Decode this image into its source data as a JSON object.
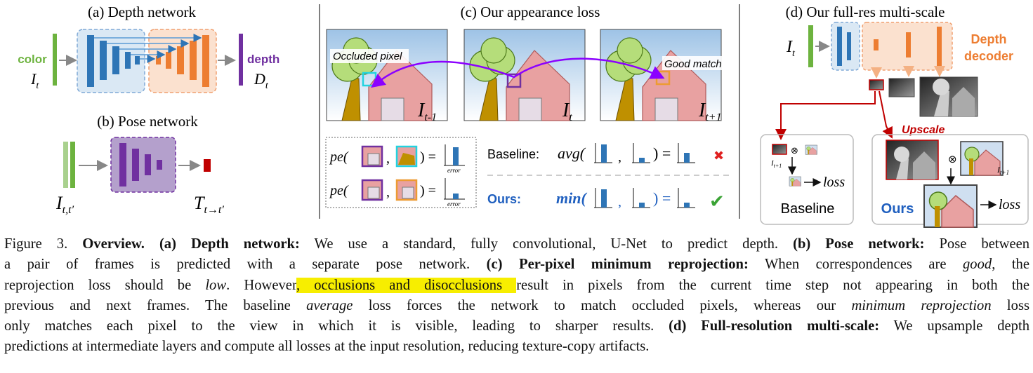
{
  "panels": {
    "a": {
      "title": "(a) Depth network",
      "input_label": "color",
      "input_var": "I",
      "input_sub": "t",
      "output_label": "depth",
      "output_var": "D",
      "output_sub": "t"
    },
    "b": {
      "title": "(b) Pose network",
      "input_var": "I",
      "input_sub": "t,t′",
      "output_var": "T",
      "output_sub": "t→t′"
    },
    "c": {
      "title": "(c) Our appearance loss",
      "occluded_label": "Occluded pixel",
      "good_label": "Good match",
      "frame_prev_var": "I",
      "frame_prev_sub": "t-1",
      "frame_cur_var": "I",
      "frame_cur_sub": "t",
      "frame_next_var": "I",
      "frame_next_sub": "t+1",
      "pe_text": "pe(",
      "comma": ",",
      "close_eq": ") =",
      "error_label": "error",
      "baseline_label": "Baseline:",
      "baseline_fn": "avg(",
      "ours_label": "Ours:",
      "ours_fn": "min(",
      "eq": ") =",
      "cross": "✖",
      "check": "✔"
    },
    "d": {
      "title": "(d) Our full-res multi-scale",
      "input_var": "I",
      "input_sub": "t",
      "decoder_label_1": "Depth",
      "decoder_label_2": "decoder",
      "upscale_label": "Upscale",
      "baseline_sub": "t+1",
      "loss_label": "loss",
      "baseline_label": "Baseline",
      "ours_label": "Ours",
      "ours_sub": "t+1",
      "otimes": "⊗"
    }
  },
  "caption": {
    "lines": [
      [
        {
          "t": "Figure 3. ",
          "s": ""
        },
        {
          "t": "Overview. (a) Depth network:",
          "s": "b"
        },
        {
          "t": " We use a standard, fully convolutional, U-Net to predict depth. ",
          "s": ""
        },
        {
          "t": "(b) Pose network:",
          "s": "b"
        },
        {
          "t": " Pose between",
          "s": ""
        }
      ],
      [
        {
          "t": "a pair of frames is predicted with a separate pose network. ",
          "s": ""
        },
        {
          "t": "(c) Per-pixel minimum reprojection:",
          "s": "b"
        },
        {
          "t": " When correspondences are ",
          "s": ""
        },
        {
          "t": "good",
          "s": "i"
        },
        {
          "t": ", the",
          "s": ""
        }
      ],
      [
        {
          "t": "reprojection loss should be ",
          "s": ""
        },
        {
          "t": "low",
          "s": "i"
        },
        {
          "t": ". However",
          "s": ""
        },
        {
          "t": ", occlusions and disocclusions ",
          "s": "h"
        },
        {
          "t": "result in pixels from the current time step not appearing in both the",
          "s": ""
        }
      ],
      [
        {
          "t": "previous and next frames. The baseline ",
          "s": ""
        },
        {
          "t": "average",
          "s": "i"
        },
        {
          "t": " loss forces the network to match occluded pixels, whereas our ",
          "s": ""
        },
        {
          "t": "minimum reprojection",
          "s": "i"
        },
        {
          "t": " loss",
          "s": ""
        }
      ],
      [
        {
          "t": "only matches each pixel to the view in which it is visible, leading to sharper results. ",
          "s": ""
        },
        {
          "t": "(d) Full-resolution multi-scale:",
          "s": "b"
        },
        {
          "t": " We upsample depth",
          "s": ""
        }
      ],
      [
        {
          "t": "predictions at intermediate layers and compute all losses at the input resolution, reducing texture-copy artifacts.",
          "s": ""
        }
      ]
    ]
  },
  "colors": {
    "green": "#6db33f",
    "blue": "#2e75b6",
    "orange": "#ed7d31",
    "purple": "#7030a0",
    "red": "#c00000",
    "check": "#3aa335",
    "ours_blue": "#1f5fbf",
    "highlight": "#f7ee00"
  }
}
